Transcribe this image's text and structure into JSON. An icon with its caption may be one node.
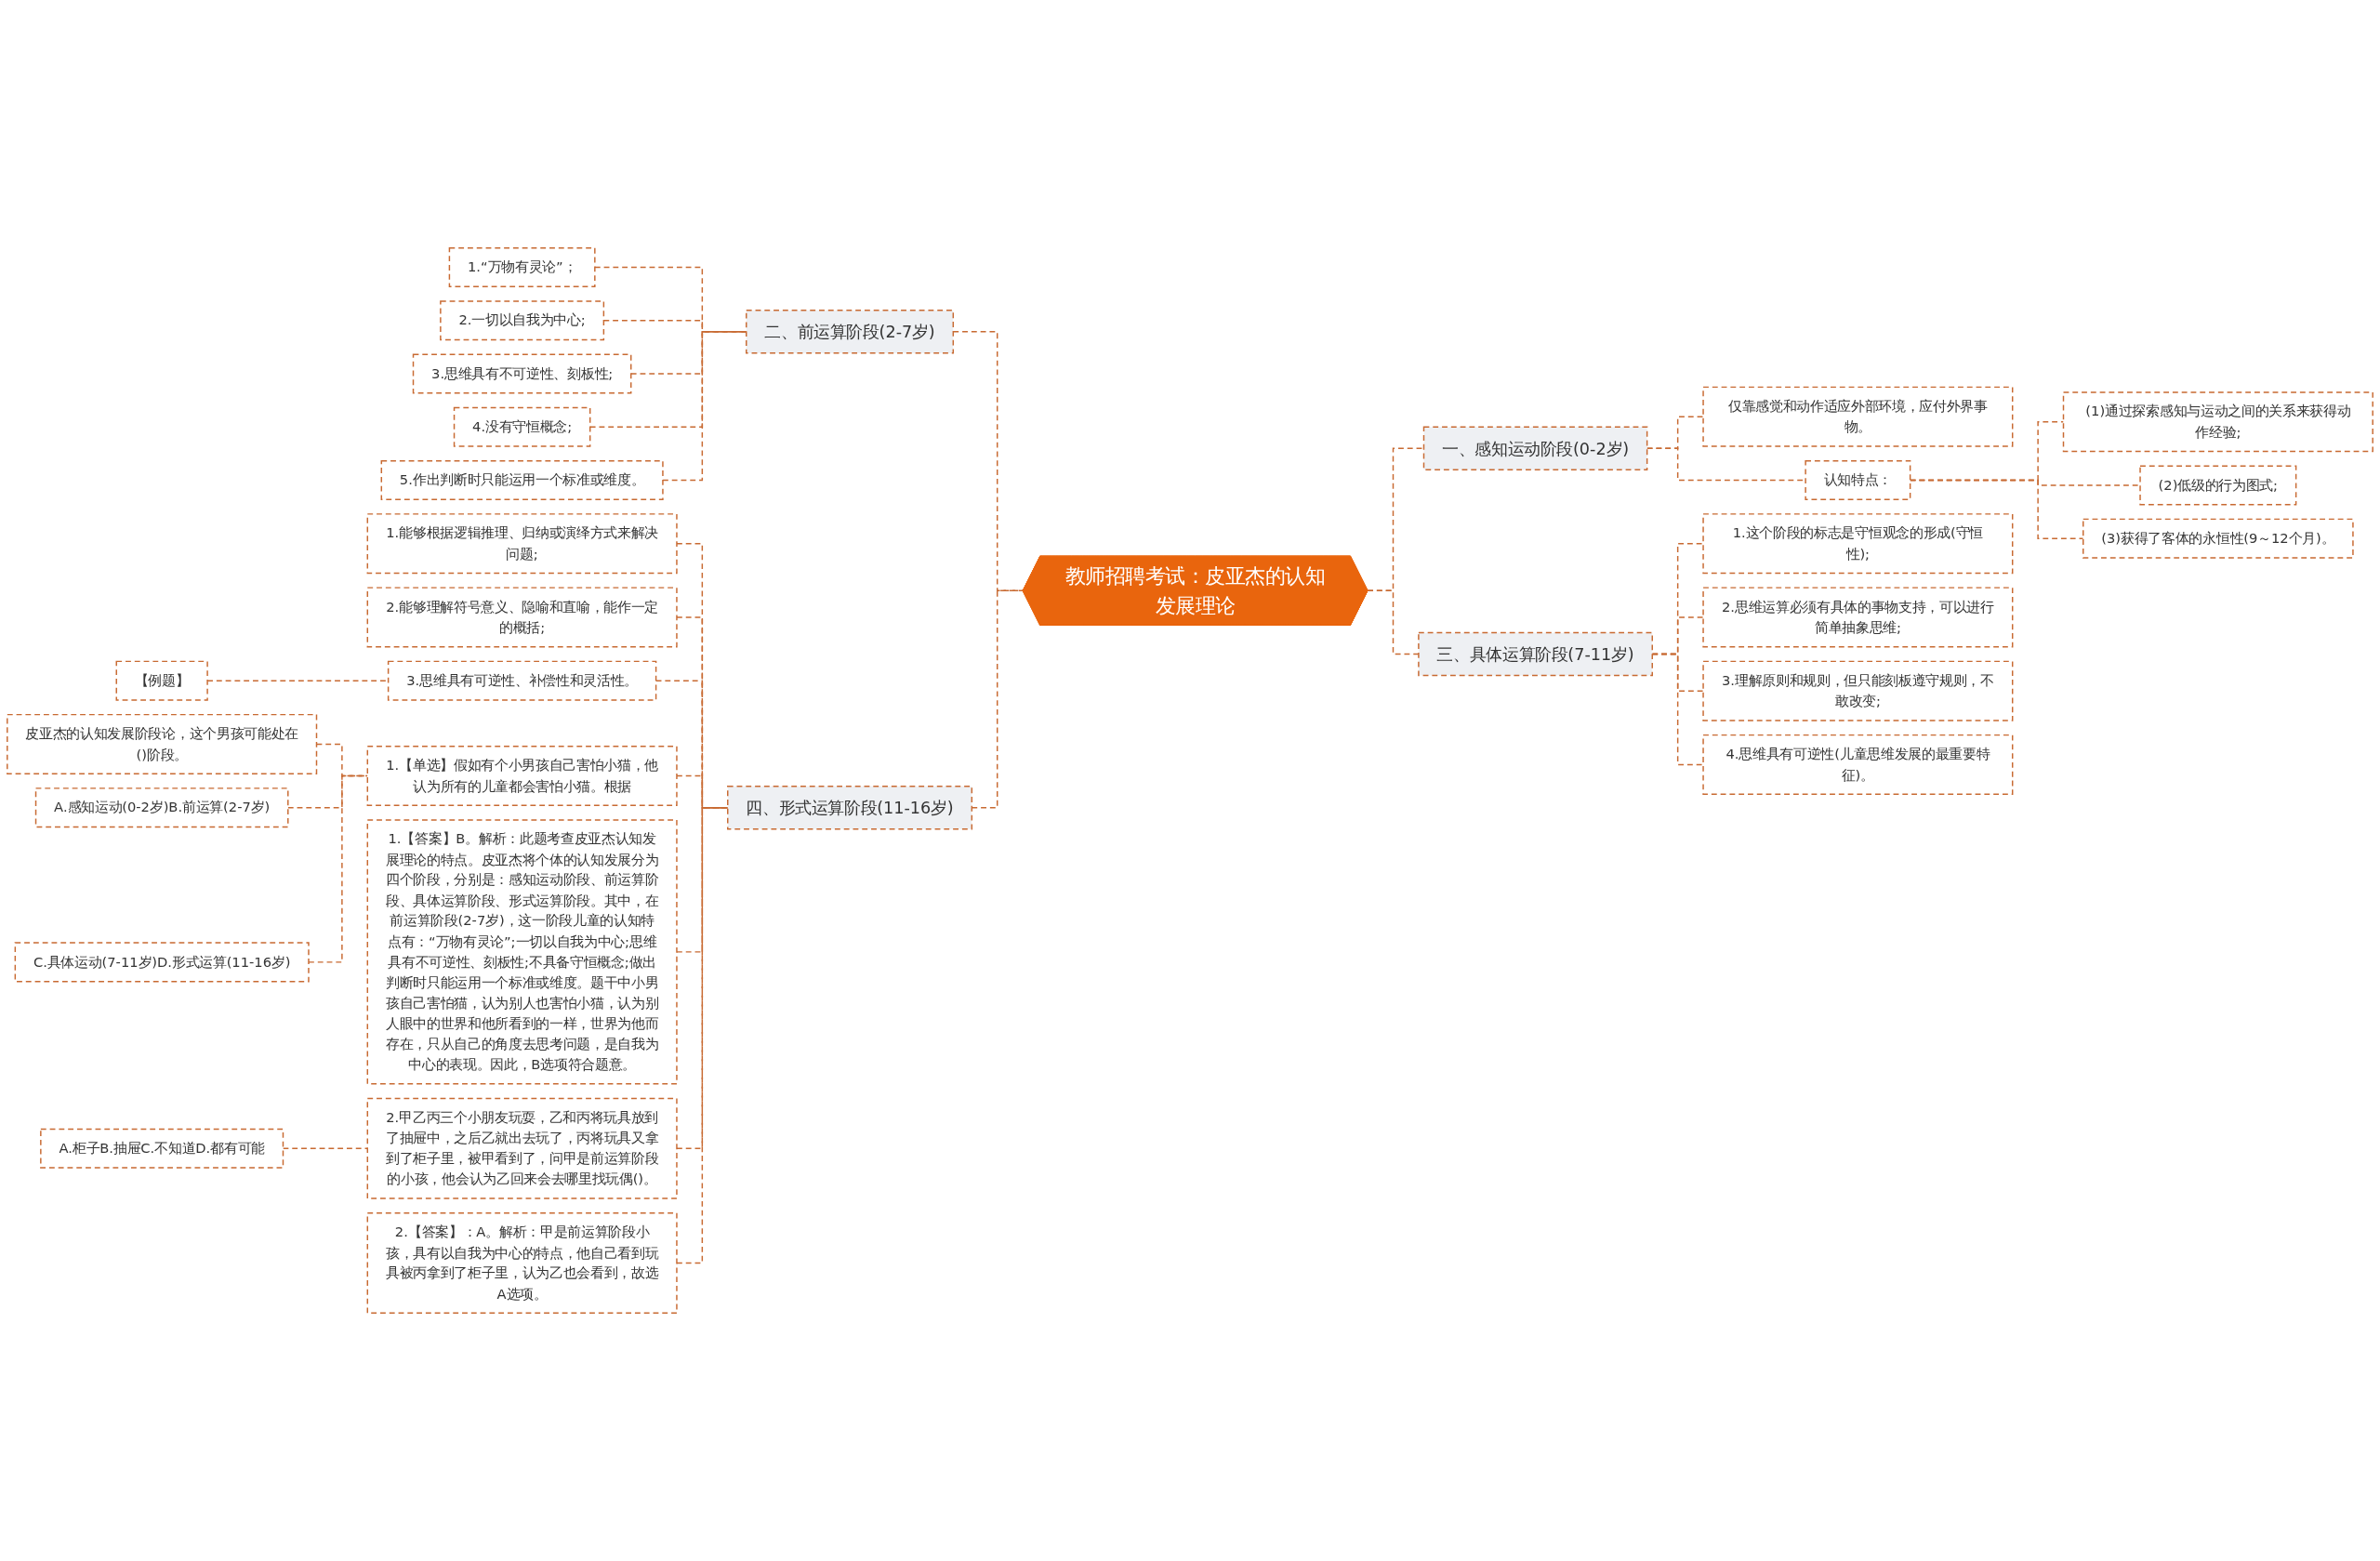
{
  "diagram": {
    "nodes": [
      {
        "text": [
          "教师招聘考试：皮亚杰的认知发展理论"
        ]
      },
      {
        "text": [
          "一、感知运动阶段(0-2岁)"
        ]
      },
      {
        "text": [
          "仅靠感觉和动作适应外部环境，应付外界事物。"
        ]
      },
      {
        "text": [
          "认知特点："
        ]
      },
      {
        "text": [
          "(1)通过探索感知与运动之间的关系来获得动作经验;"
        ]
      },
      {
        "text": [
          "(2)低级的行为图式;"
        ]
      },
      {
        "text": [
          "(3)获得了客体的永恒性(9～12个月)。"
        ]
      },
      {
        "text": [
          "二、前运算阶段(2-7岁)"
        ]
      },
      {
        "text": [
          "1.“万物有灵论”；"
        ]
      },
      {
        "text": [
          "2.一切以自我为中心;"
        ]
      },
      {
        "text": [
          "3.思维具有不可逆性、刻板性;"
        ]
      },
      {
        "text": [
          "4.没有守恒概念;"
        ]
      },
      {
        "text": [
          "5.作出判断时只能运用一个标准或维度。"
        ]
      },
      {
        "text": [
          "三、具体运算阶段(7-11岁)"
        ]
      },
      {
        "text": [
          "1.这个阶段的标志是守恒观念的形成(守恒性);"
        ]
      },
      {
        "text": [
          "2.思维运算必须有具体的事物支持，可以进行简单抽象思维;"
        ]
      },
      {
        "text": [
          "3.理解原则和规则，但只能刻板遵守规则，不敢改变;"
        ]
      },
      {
        "text": [
          "4.思维具有可逆性(儿童思维发展的最重要特征)。"
        ]
      },
      {
        "text": [
          "四、形式运算阶段(11-16岁)"
        ]
      },
      {
        "text": [
          "1.能够根据逻辑推理、归纳或演绎方式来解决问题;"
        ]
      },
      {
        "text": [
          "2.能够理解符号意义、隐喻和直喻，能作一定的概括;"
        ]
      },
      {
        "text": [
          "3.思维具有可逆性、补偿性和灵活性。"
        ]
      },
      {
        "text": [
          "【例题】"
        ]
      },
      {
        "text": [
          "1.【单选】假如有个小男孩自己害怕小猫，他认为所有的儿童都会害怕小猫。根据"
        ]
      },
      {
        "text": [
          "皮亚杰的认知发展阶段论，这个男孩可能处在()阶段。"
        ]
      },
      {
        "text": [
          "A.感知运动(0-2岁)B.前运算(2-7岁)"
        ]
      },
      {
        "text": [
          "C.具体运动(7-11岁)D.形式运算(11-16岁)"
        ]
      },
      {
        "text": [
          "1.【答案】B。解析：此题考查皮亚杰认知发展理论的特点。皮亚杰将个体的认知发展分为四个阶段，分别是：感知运动阶段、前运算阶段、具体运算阶段、形式运算阶段。其中，在前运算阶段(2-7岁)，这一阶段儿童的认知特点有：“万物有灵论”;一切以自我为中心;思维具有不可逆性、刻板性;不具备守恒概念;做出判断时只能运用一个标准或维度。题干中小男孩自己害怕猫，认为别人也害怕小猫，认为别人眼中的世界和他所看到的一样，世界为他而存在，只从自己的角度去思考问题，是自我为中心的表现。因此，B选项符合题意。"
        ]
      },
      {
        "text": [
          "2.甲乙丙三个小朋友玩耍，乙和丙将玩具放到了抽屉中，之后乙就出去玩了，丙将玩具又拿到了柜子里，被甲看到了，问甲是前运算阶段的小孩，他会认为乙回来会去哪里找玩偶()。"
        ]
      },
      {
        "text": [
          "A.柜子B.抽屉C.不知道D.都有可能"
        ]
      },
      {
        "text": [
          "2.【答案】：A。解析：甲是前运算阶段小孩，具有以自我为中心的特点，他自己看到玩具被丙拿到了柜子里，认为乙也会看到，故选A选项。"
        ]
      }
    ],
    "edges": [
      {
        "from": 0,
        "to": 1,
        "arrow": "none",
        "style": "dashed"
      },
      {
        "from": 1,
        "to": 2,
        "arrow": "none",
        "style": "dashed"
      },
      {
        "from": 1,
        "to": 3,
        "arrow": "none",
        "style": "dashed"
      },
      {
        "from": 3,
        "to": 4,
        "arrow": "none",
        "style": "dashed"
      },
      {
        "from": 3,
        "to": 5,
        "arrow": "none",
        "style": "dashed"
      },
      {
        "from": 3,
        "to": 6,
        "arrow": "none",
        "style": "dashed"
      },
      {
        "from": 7,
        "to": 0,
        "arrow": "none",
        "style": "dashed"
      },
      {
        "from": 8,
        "to": 7,
        "arrow": "none",
        "style": "dashed"
      },
      {
        "from": 9,
        "to": 7,
        "arrow": "none",
        "style": "dashed"
      },
      {
        "from": 10,
        "to": 7,
        "arrow": "none",
        "style": "dashed"
      },
      {
        "from": 11,
        "to": 7,
        "arrow": "none",
        "style": "dashed"
      },
      {
        "from": 12,
        "to": 7,
        "arrow": "none",
        "style": "dashed"
      },
      {
        "from": 0,
        "to": 13,
        "arrow": "none",
        "style": "dashed"
      },
      {
        "from": 13,
        "to": 14,
        "arrow": "none",
        "style": "dashed"
      },
      {
        "from": 13,
        "to": 15,
        "arrow": "none",
        "style": "dashed"
      },
      {
        "from": 13,
        "to": 16,
        "arrow": "none",
        "style": "dashed"
      },
      {
        "from": 13,
        "to": 17,
        "arrow": "none",
        "style": "dashed"
      },
      {
        "from": 18,
        "to": 0,
        "arrow": "none",
        "style": "dashed"
      },
      {
        "from": 19,
        "to": 18,
        "arrow": "none",
        "style": "dashed"
      },
      {
        "from": 20,
        "to": 18,
        "arrow": "none",
        "style": "dashed"
      },
      {
        "from": 21,
        "to": 18,
        "arrow": "none",
        "style": "dashed"
      },
      {
        "from": 22,
        "to": 21,
        "arrow": "none",
        "style": "dashed"
      },
      {
        "from": 23,
        "to": 18,
        "arrow": "none",
        "style": "dashed"
      },
      {
        "from": 24,
        "to": 23,
        "arrow": "none",
        "style": "dashed"
      },
      {
        "from": 25,
        "to": 23,
        "arrow": "none",
        "style": "dashed"
      },
      {
        "from": 26,
        "to": 23,
        "arrow": "none",
        "style": "dashed"
      },
      {
        "from": 27,
        "to": 18,
        "arrow": "none",
        "style": "dashed"
      },
      {
        "from": 28,
        "to": 18,
        "arrow": "none",
        "style": "dashed"
      },
      {
        "from": 29,
        "to": 28,
        "arrow": "none",
        "style": "dashed"
      },
      {
        "from": 30,
        "to": 18,
        "arrow": "none",
        "style": "dashed"
      }
    ]
  }
}
